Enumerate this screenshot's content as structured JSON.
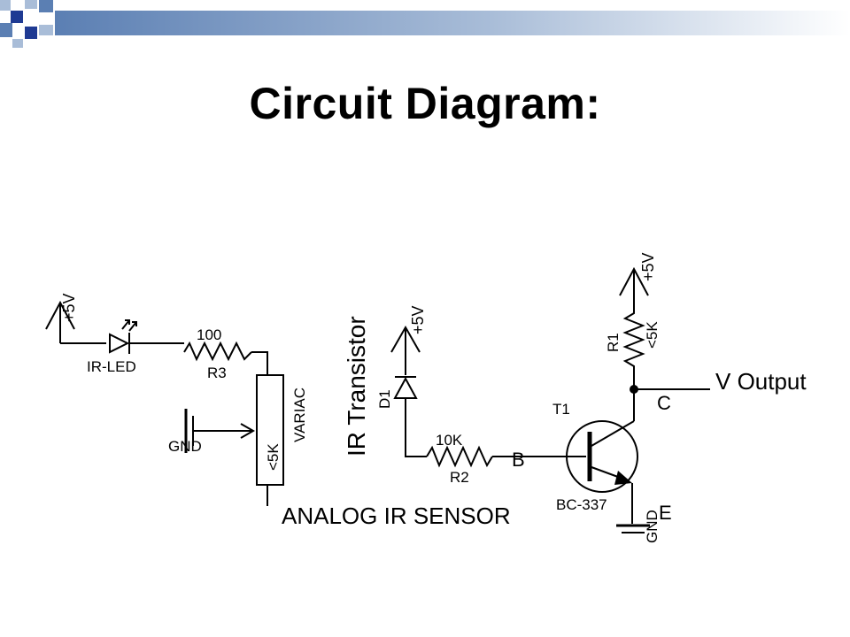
{
  "slide": {
    "title": "Circuit Diagram:",
    "accent_dark": "#1f3a93",
    "accent_mid": "#5b7fb3",
    "accent_light": "#a9bdd8"
  },
  "circuit": {
    "left_supply": "+5V",
    "ir_led": "IR-LED",
    "r3_value": "100",
    "r3_name": "R3",
    "gnd_left": "GND",
    "pot_name": "VARIAC",
    "pot_value": "<5K",
    "section_label": "IR Transistor",
    "d1_supply": "+5V",
    "d1_name": "D1",
    "r2_value": "10K",
    "r2_name": "R2",
    "base_label": "B",
    "transistor_name": "T1",
    "transistor_model": "BC-337",
    "collector_label": "C",
    "emitter_label": "E",
    "top_supply": "+5V",
    "r1_name": "R1",
    "r1_value": "<5K",
    "output_label": "V Output",
    "gnd_right": "GND",
    "caption": "ANALOG IR SENSOR"
  }
}
